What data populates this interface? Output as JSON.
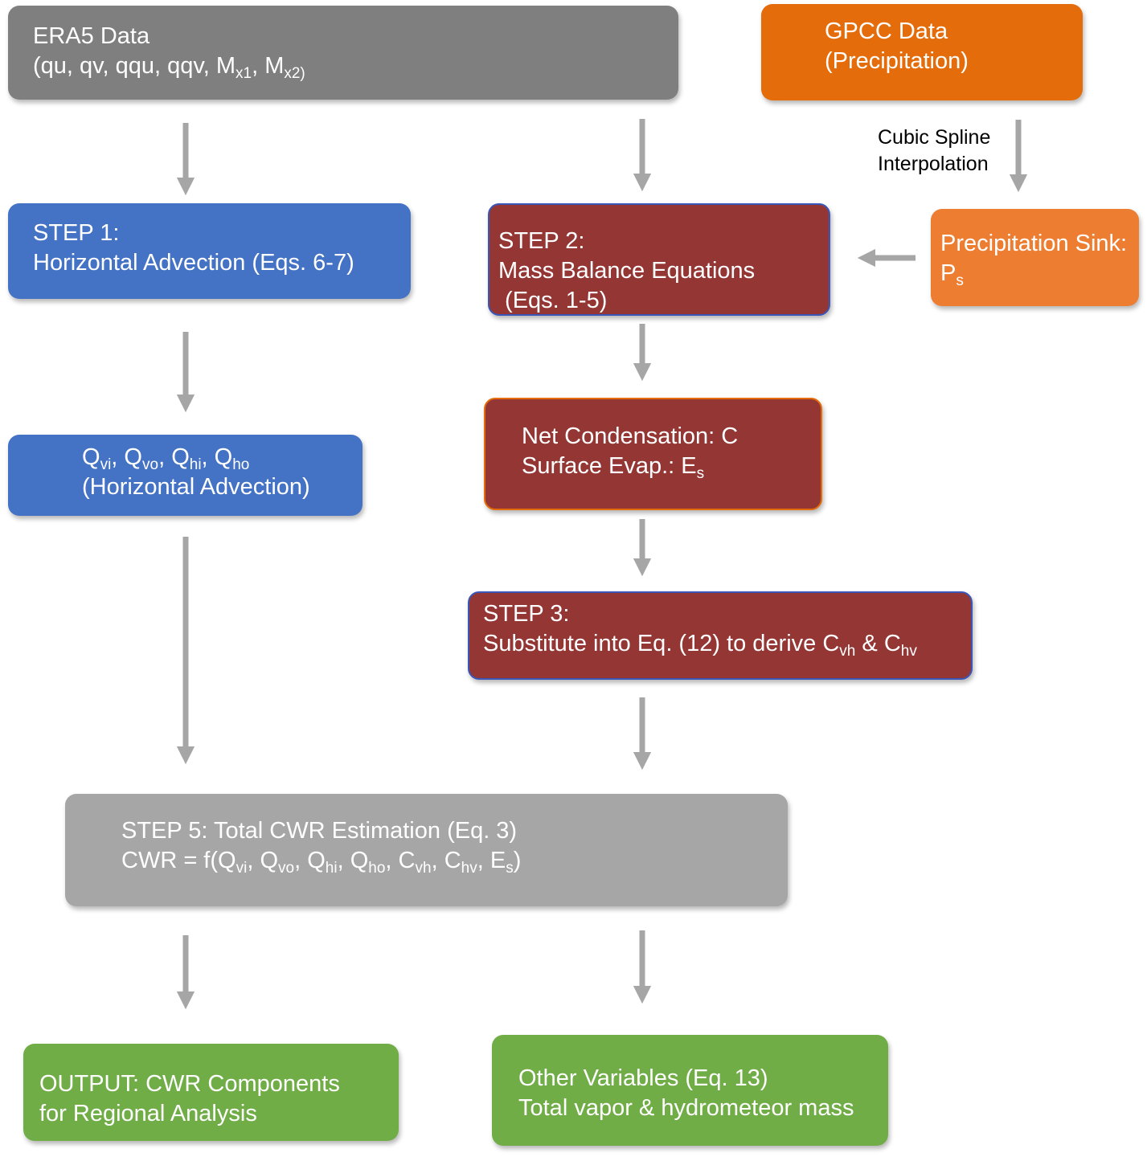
{
  "colors": {
    "era5_box": "#7f7f7f",
    "gpcc_box": "#e46c0a",
    "precip_sink_box": "#ed7d31",
    "step1_box": "#4472c4",
    "advection_box": "#4472c4",
    "step2_box": "#943634",
    "condensation_box": "#943634",
    "step3_box": "#943634",
    "step5_box": "#a6a6a6",
    "output_box": "#70ad47",
    "other_box": "#70ad47",
    "arrow": "#a6a6a6",
    "text_on_box": "#ffffff"
  },
  "era5": {
    "title": "ERA5 Data",
    "vars_prefix": "(qu, qv, qqu, qqv, M",
    "m1_sub": "x1",
    "sep": ", M",
    "m2_sub": "x2)"
  },
  "gpcc": {
    "title": "GPCC Data",
    "subtitle": "(Precipitation)"
  },
  "interpolation": {
    "line1": "Cubic Spline",
    "line2": "Interpolation"
  },
  "step1": {
    "title": "STEP 1:",
    "text": "Horizontal Advection (Eqs. 6-7)"
  },
  "step2": {
    "title": "STEP 2:",
    "line1": "Mass Balance Equations",
    "line2": " (Eqs. 1-5)"
  },
  "precip_sink": {
    "title": "Precipitation Sink:",
    "symbol": "P",
    "symbol_sub": "s"
  },
  "advection_terms": {
    "q": "Q",
    "sub_vi": "vi",
    "sub_vo": "vo",
    "sub_hi": "hi",
    "sub_ho": "ho",
    "sep": ", ",
    "caption": "(Horizontal Advection)"
  },
  "condensation": {
    "line1": "Net Condensation: C",
    "line2_prefix": "Surface Evap.: E",
    "line2_sub": "s"
  },
  "step3": {
    "title": "STEP 3:",
    "text_prefix": "Substitute into Eq. (12) to derive C",
    "sub_vh": "vh",
    "amp": " & C",
    "sub_hv": "hv"
  },
  "step5": {
    "title": "STEP 5: Total CWR Estimation (Eq. 3)",
    "formula_prefix": "CWR = f(Q",
    "q": "Q",
    "c": "C",
    "e": "E",
    "sub_vi": "vi",
    "sub_vo": "vo",
    "sub_hi": "hi",
    "sub_ho": "ho",
    "sub_vh": "vh",
    "sub_hv": "hv",
    "sub_s": "s",
    "sep": ", ",
    "close": ")"
  },
  "output": {
    "line1": "OUTPUT: CWR Components",
    "line2": "for Regional Analysis"
  },
  "other_vars": {
    "line1": "Other Variables (Eq. 13)",
    "line2": "Total vapor & hydrometeor mass"
  }
}
